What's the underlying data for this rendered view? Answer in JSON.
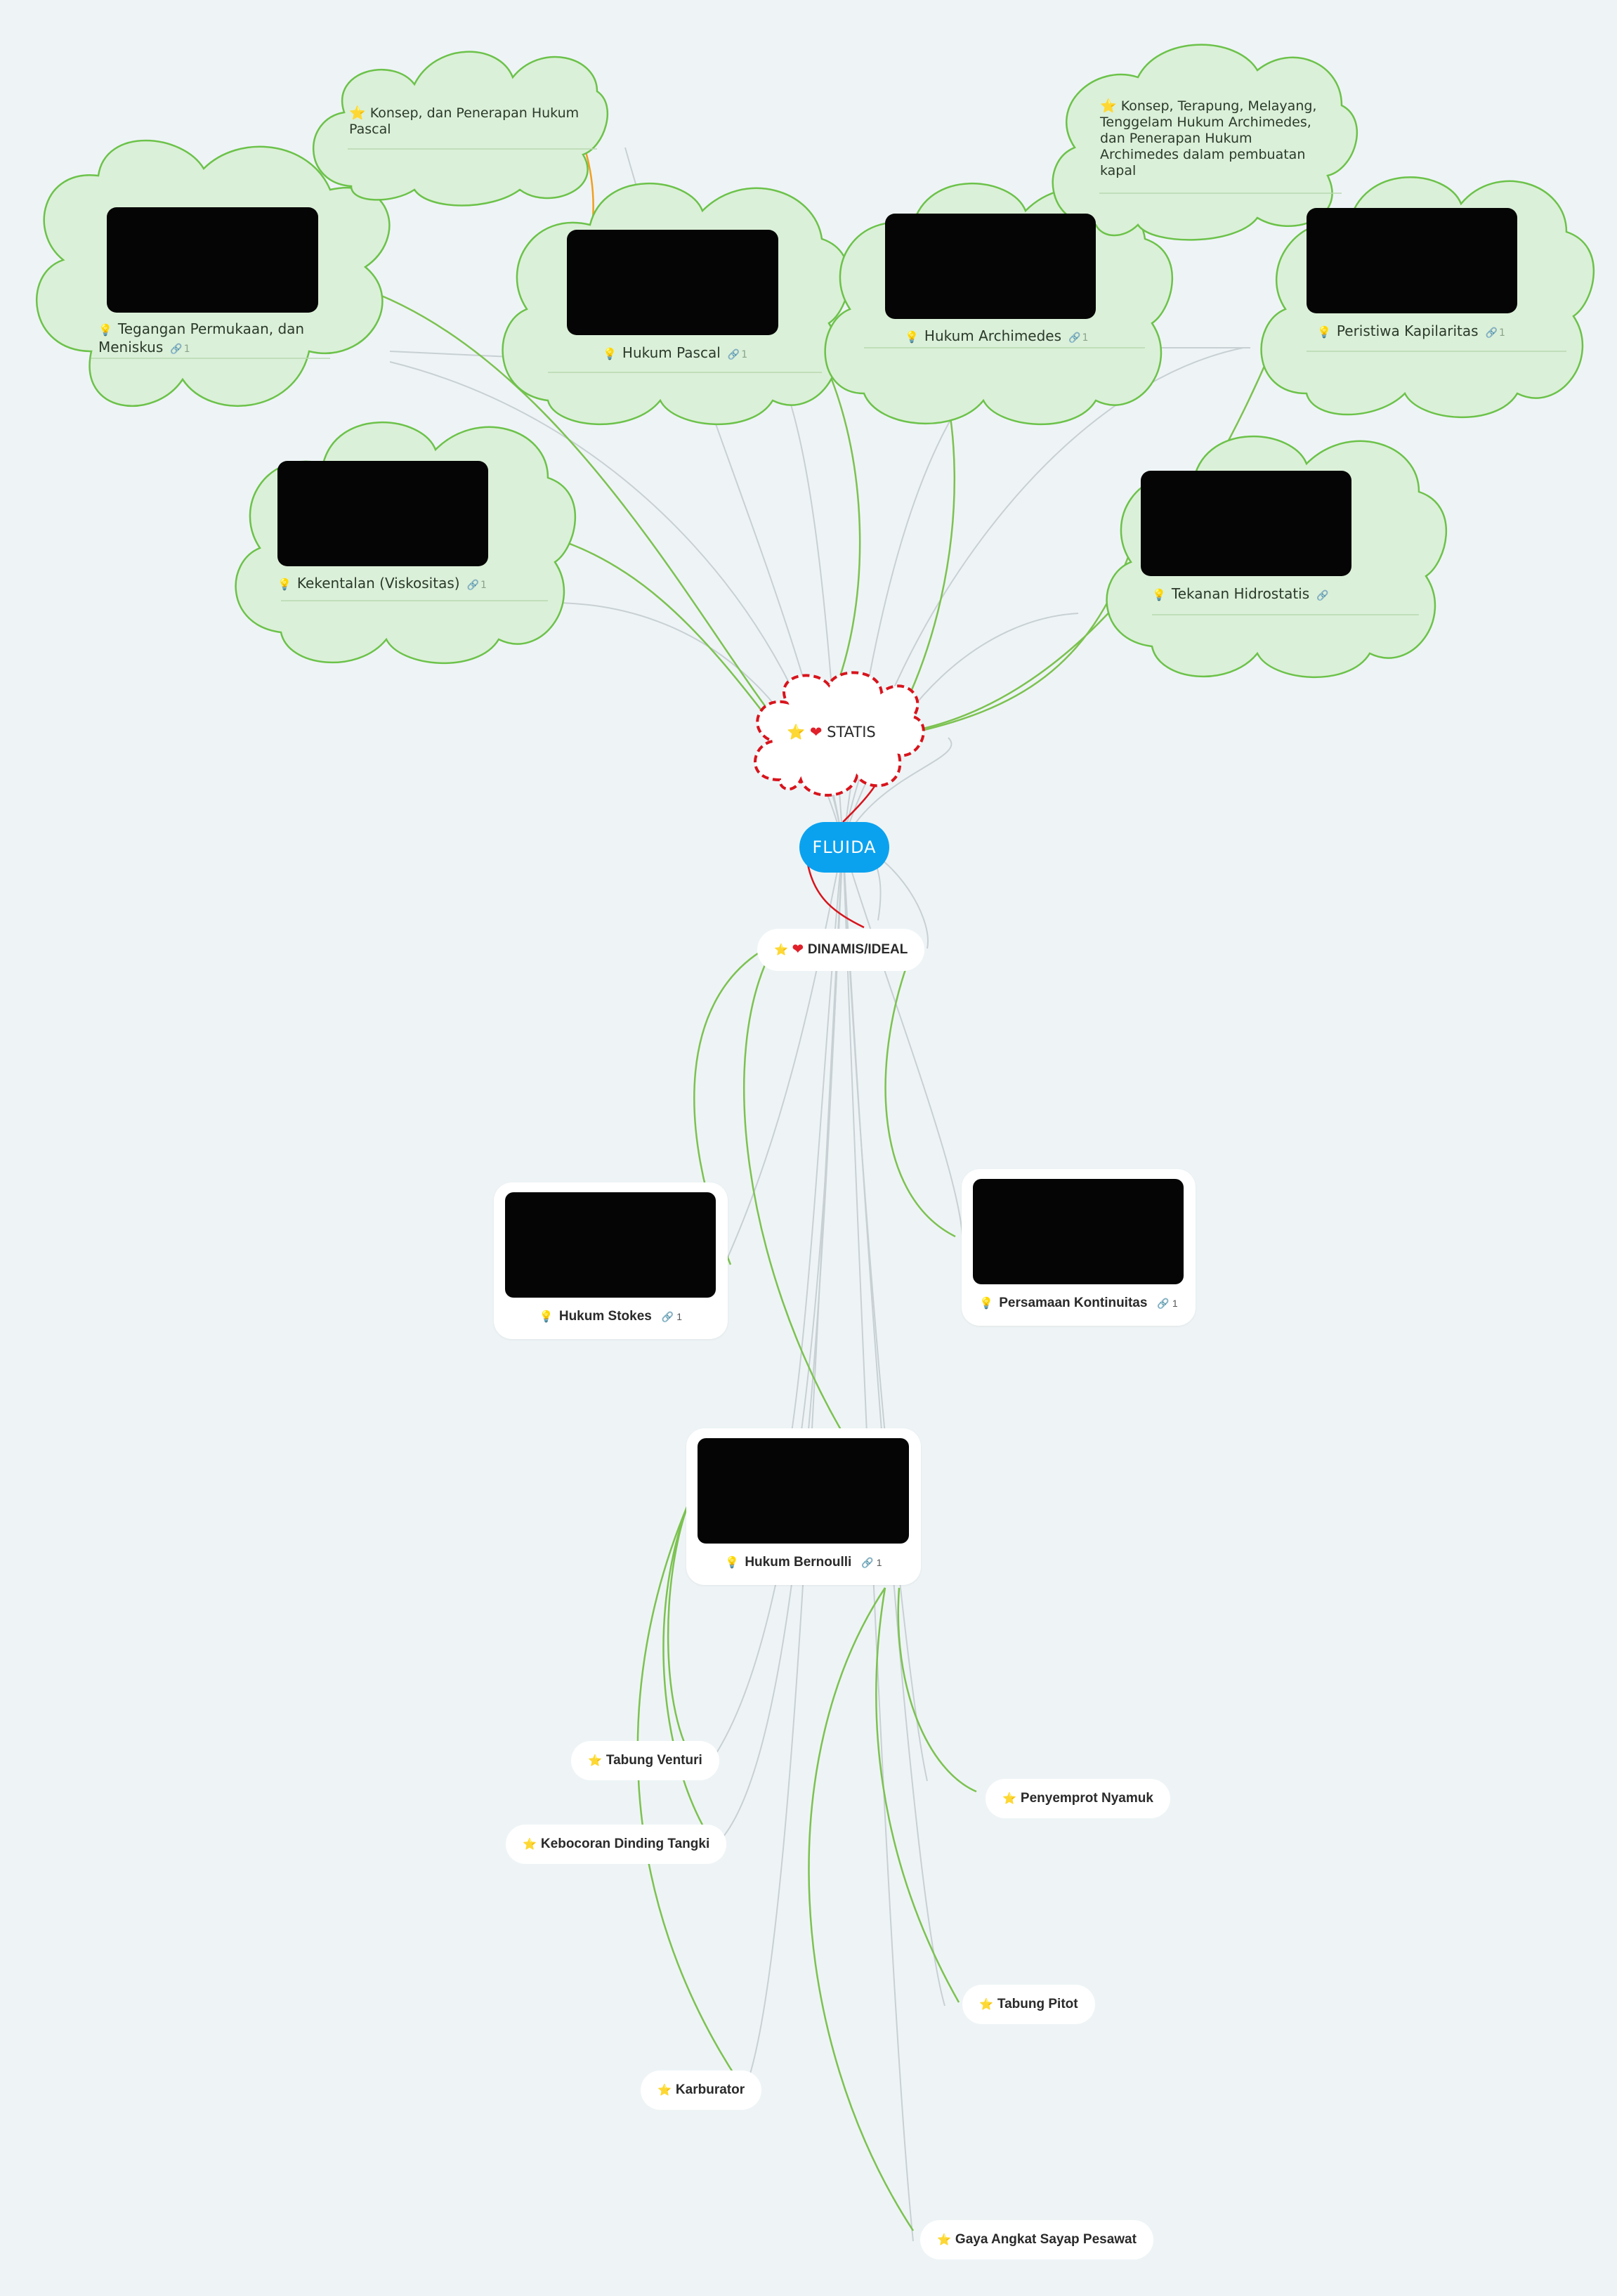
{
  "root": {
    "label": "FLUIDA",
    "color": "#0aa2ef"
  },
  "statis": {
    "label": "STATIS",
    "icon": "star-icon",
    "heart": "heart-icon",
    "border_color": "#d8141c",
    "children": [
      {
        "key": "tegangan",
        "label": "Tegangan Permukaan, dan Meniskus",
        "link_count": "1",
        "icon": "bulb-icon"
      },
      {
        "key": "pascal",
        "label": "Hukum Pascal",
        "link_count": "1",
        "icon": "bulb-icon"
      },
      {
        "key": "archimedes",
        "label": "Hukum Archimedes",
        "link_count": "1",
        "icon": "bulb-icon"
      },
      {
        "key": "kapilaritas",
        "label": "Peristiwa Kapilaritas",
        "link_count": "1",
        "icon": "bulb-icon"
      },
      {
        "key": "kekentalan",
        "label": "Kekentalan (Viskositas)",
        "link_count": "1",
        "icon": "bulb-icon"
      },
      {
        "key": "hidrostatis",
        "label": "Tekanan Hidrostatis",
        "link_count": "",
        "icon": "bulb-icon"
      }
    ],
    "notes": [
      {
        "key": "pascal_note",
        "label": "Konsep, dan Penerapan Hukum Pascal",
        "icon": "star-icon"
      },
      {
        "key": "arch_note",
        "label": "Konsep, Terapung, Melayang, Tenggelam Hukum Archimedes, dan Penerapan Hukum Archimedes dalam pembuatan kapal",
        "icon": "star-icon"
      }
    ]
  },
  "dinamis": {
    "label": "DINAMIS/IDEAL",
    "icon": "star-icon",
    "heart": "heart-icon",
    "children": [
      {
        "key": "stokes",
        "label": "Hukum Stokes",
        "link_count": "1",
        "icon": "bulb-icon"
      },
      {
        "key": "kontinuitas",
        "label": "Persamaan Kontinuitas",
        "link_count": "1",
        "icon": "bulb-icon"
      },
      {
        "key": "bernoulli",
        "label": "Hukum Bernoulli",
        "link_count": "1",
        "icon": "bulb-icon"
      }
    ],
    "applications": [
      {
        "key": "venturi",
        "label": "Tabung Venturi"
      },
      {
        "key": "kebocoran",
        "label": "Kebocoran Dinding Tangki"
      },
      {
        "key": "karburator",
        "label": "Karburator"
      },
      {
        "key": "nyamuk",
        "label": "Penyemprot Nyamuk"
      },
      {
        "key": "pitot",
        "label": "Tabung Pitot"
      },
      {
        "key": "sayap",
        "label": "Gaya Angkat Sayap Pesawat"
      }
    ]
  },
  "colors": {
    "cloud_fill": "#dbf0d8",
    "cloud_stroke": "#6cc24a",
    "link_green": "#7cc250",
    "link_orange": "#f0a020",
    "link_red": "#d8141c",
    "link_grey": "#c8d0d4",
    "image_placeholder": "#050505"
  }
}
